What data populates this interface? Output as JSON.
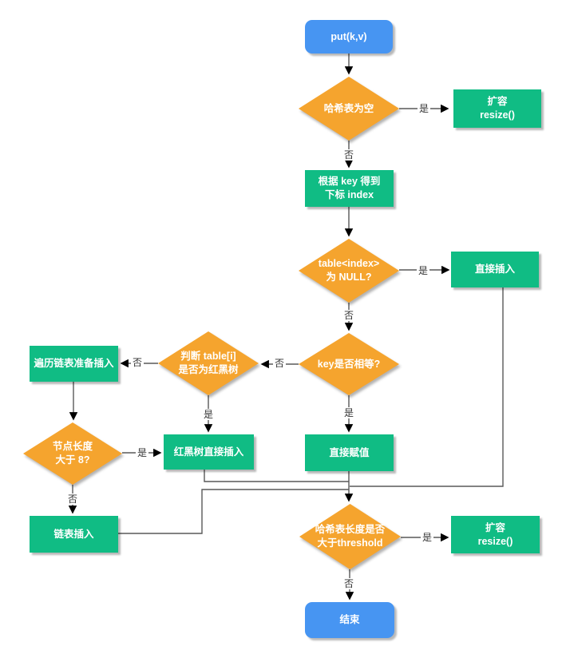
{
  "diagram": {
    "type": "flowchart",
    "colors": {
      "process_fill": "#10bc84",
      "decision_fill": "#f5a42e",
      "terminal_fill": "#4795f2",
      "node_text": "#ffffff",
      "line": "#595959",
      "arrowhead": "#000000",
      "edge_label_text": "#333333",
      "background": "#ffffff"
    },
    "nodes": [
      {
        "id": "put",
        "shape": "terminal",
        "label": "put(k,v)"
      },
      {
        "id": "hash-empty",
        "shape": "decision",
        "label": "哈希表为空"
      },
      {
        "id": "resize-top",
        "shape": "process",
        "label": "扩容\nresize()"
      },
      {
        "id": "get-index",
        "shape": "process",
        "label": "根据 key 得到\n下标 index"
      },
      {
        "id": "table-null",
        "shape": "decision",
        "label": "table<index>\n为 NULL?"
      },
      {
        "id": "direct-insert",
        "shape": "process",
        "label": "直接插入"
      },
      {
        "id": "key-equal",
        "shape": "decision",
        "label": "key是否相等?"
      },
      {
        "id": "is-rbtree",
        "shape": "decision",
        "label": "判断 table[i]\n是否为红黑树"
      },
      {
        "id": "traverse-list",
        "shape": "process",
        "label": "遍历链表准备插入"
      },
      {
        "id": "node-length",
        "shape": "decision",
        "label": "节点长度\n大于 8?"
      },
      {
        "id": "rbtree-insert",
        "shape": "process",
        "label": "红黑树直接插入"
      },
      {
        "id": "direct-assign",
        "shape": "process",
        "label": "直接赋值"
      },
      {
        "id": "list-insert",
        "shape": "process",
        "label": "链表插入"
      },
      {
        "id": "threshold",
        "shape": "decision",
        "label": "哈希表长度是否\n大于threshold"
      },
      {
        "id": "resize-bottom",
        "shape": "process",
        "label": "扩容\nresize()"
      },
      {
        "id": "end",
        "shape": "terminal",
        "label": "结束"
      }
    ],
    "connections": [
      {
        "from": "put",
        "to": "hash-empty",
        "label": ""
      },
      {
        "from": "hash-empty",
        "to": "resize-top",
        "label": "是"
      },
      {
        "from": "hash-empty",
        "to": "get-index",
        "label": "否"
      },
      {
        "from": "get-index",
        "to": "table-null",
        "label": ""
      },
      {
        "from": "table-null",
        "to": "direct-insert",
        "label": "是"
      },
      {
        "from": "table-null",
        "to": "key-equal",
        "label": "否"
      },
      {
        "from": "key-equal",
        "to": "is-rbtree",
        "label": "否"
      },
      {
        "from": "is-rbtree",
        "to": "traverse-list",
        "label": "否"
      },
      {
        "from": "is-rbtree",
        "to": "rbtree-insert",
        "label": "是"
      },
      {
        "from": "traverse-list",
        "to": "node-length",
        "label": ""
      },
      {
        "from": "node-length",
        "to": "rbtree-insert",
        "label": "是"
      },
      {
        "from": "node-length",
        "to": "list-insert",
        "label": "否"
      },
      {
        "from": "key-equal",
        "to": "direct-assign",
        "label": "是"
      },
      {
        "from": "direct-assign",
        "to": "threshold",
        "label": ""
      },
      {
        "from": "rbtree-insert",
        "to": "threshold",
        "label": ""
      },
      {
        "from": "direct-insert",
        "to": "threshold",
        "label": ""
      },
      {
        "from": "list-insert",
        "to": "threshold",
        "label": ""
      },
      {
        "from": "threshold",
        "to": "resize-bottom",
        "label": "是"
      },
      {
        "from": "threshold",
        "to": "end",
        "label": "否"
      }
    ]
  }
}
